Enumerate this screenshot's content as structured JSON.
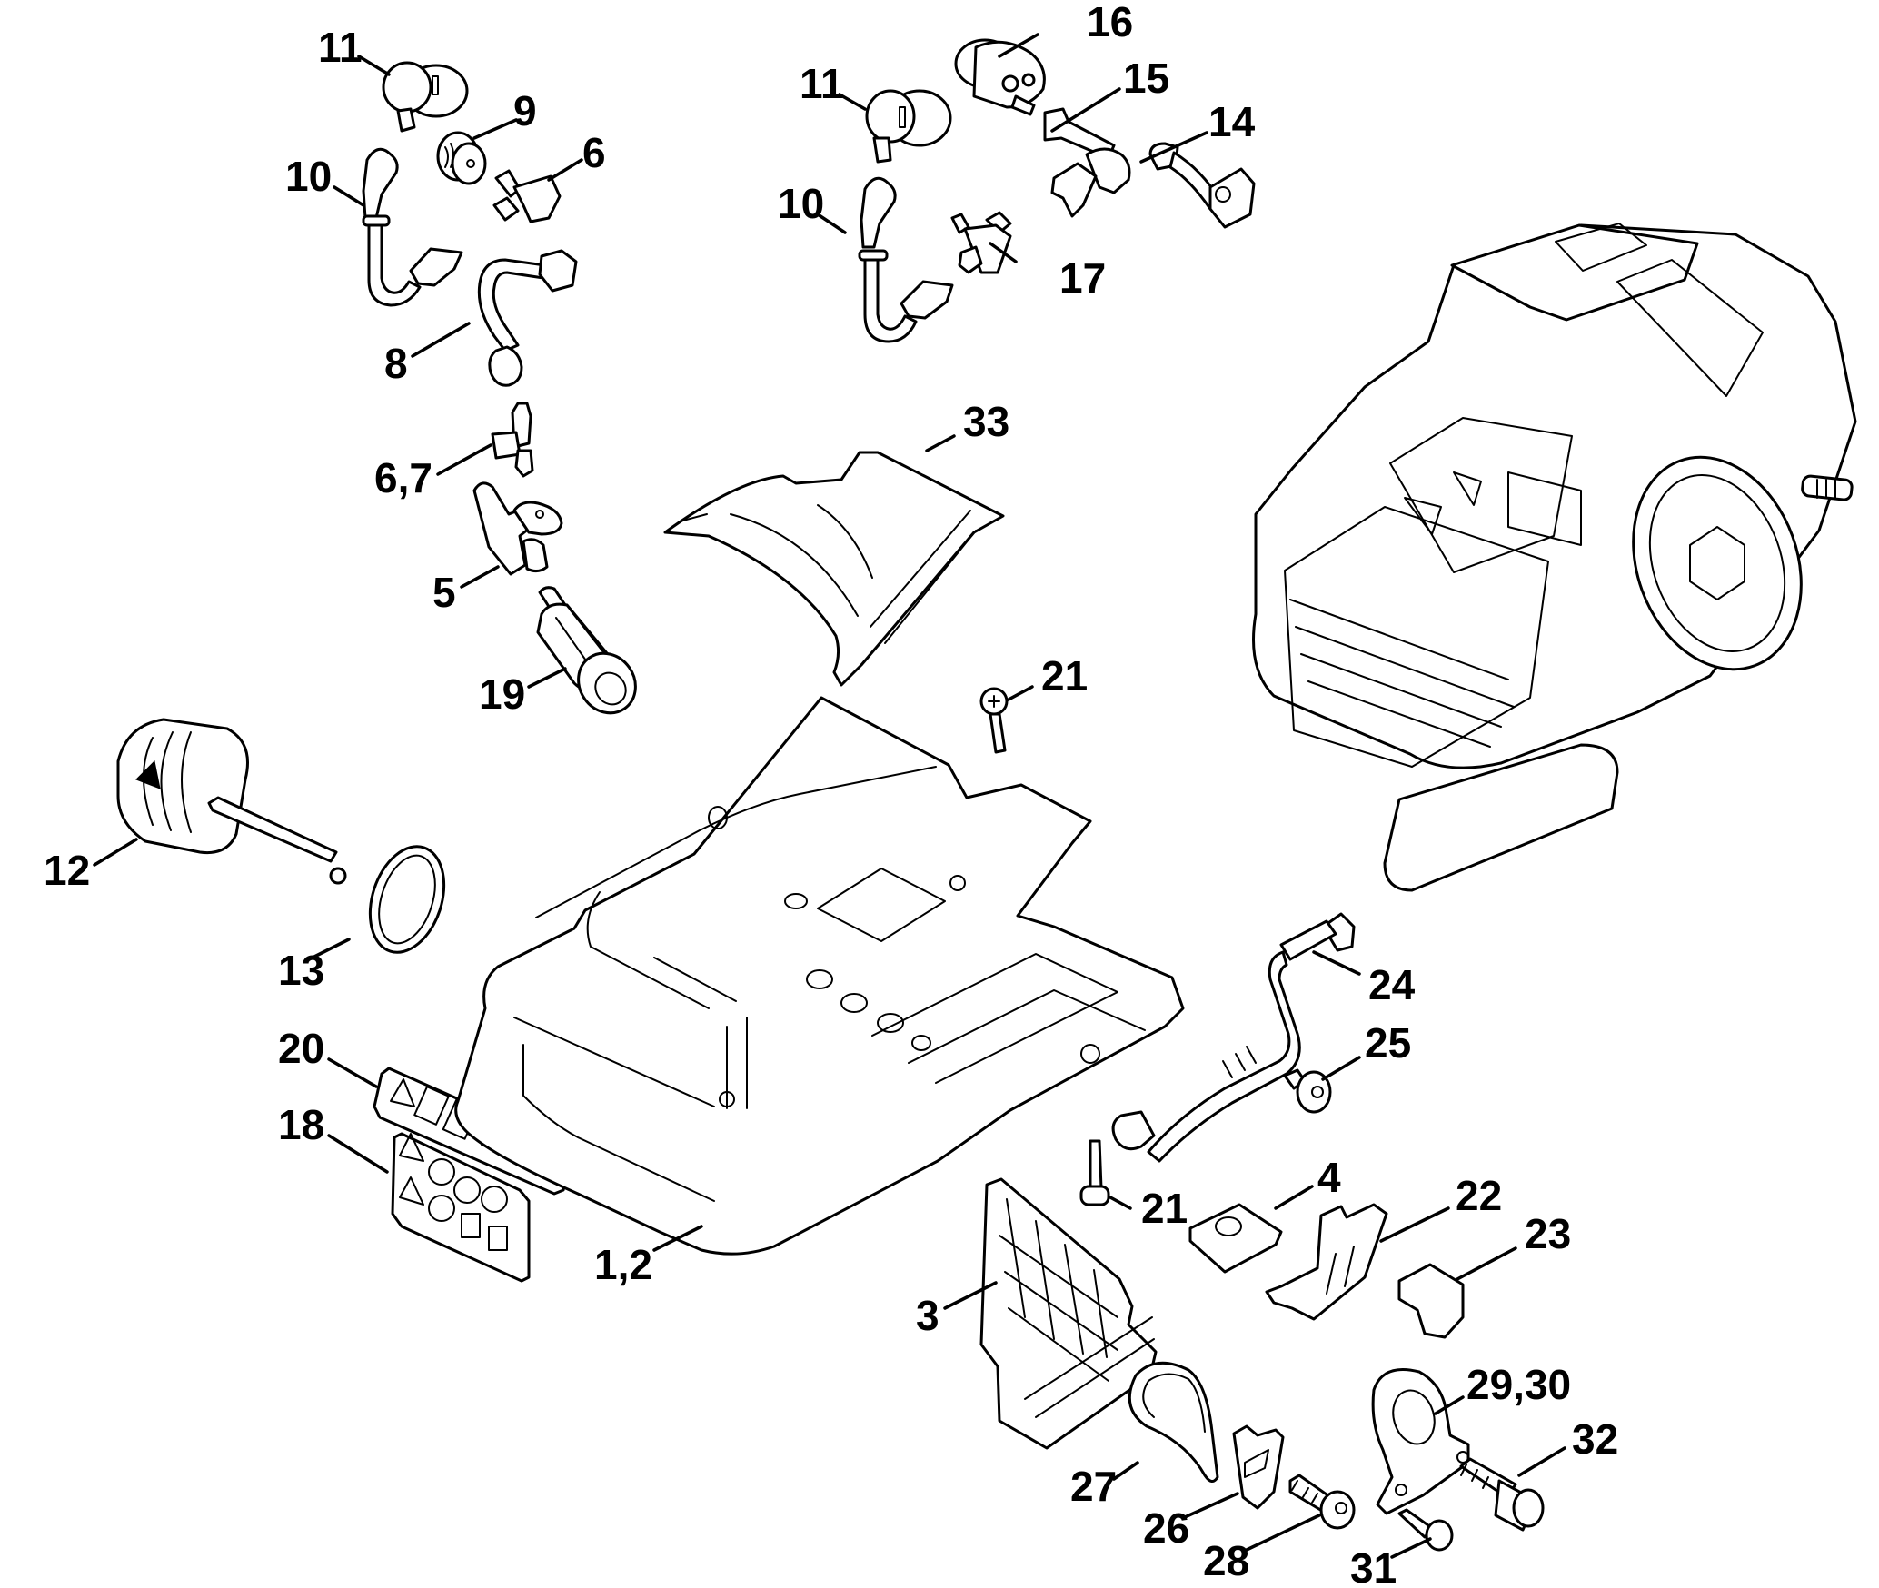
{
  "diagram": {
    "type": "exploded-parts-diagram",
    "subject": "Chainsaw crankcase / tank housing, fuel & oil system parts",
    "background": "#ffffff",
    "line_color": "#000000"
  },
  "callouts": [
    {
      "id": "c11a",
      "label": "11",
      "part": "oil-tank-vent-cap"
    },
    {
      "id": "c9",
      "label": "9",
      "part": "plug-grommet"
    },
    {
      "id": "c6a",
      "label": "6",
      "part": "connector-fitting"
    },
    {
      "id": "c10a",
      "label": "10",
      "part": "suction-hose-with-grommet"
    },
    {
      "id": "c8",
      "label": "8",
      "part": "fuel-hose"
    },
    {
      "id": "c67",
      "label": "6,7",
      "part": "elbow-connector"
    },
    {
      "id": "c5",
      "label": "5",
      "part": "valve-fitting"
    },
    {
      "id": "c19",
      "label": "19",
      "part": "fuel-pickup-filter"
    },
    {
      "id": "c11b",
      "label": "11",
      "part": "oil-tank-vent-cap"
    },
    {
      "id": "c10b",
      "label": "10",
      "part": "suction-hose-with-grommet"
    },
    {
      "id": "c16",
      "label": "16",
      "part": "fuel-pump-primer"
    },
    {
      "id": "c15",
      "label": "15",
      "part": "hose-elbow"
    },
    {
      "id": "c14",
      "label": "14",
      "part": "impulse-hose"
    },
    {
      "id": "c17",
      "label": "17",
      "part": "t-connector"
    },
    {
      "id": "c33",
      "label": "33",
      "part": "baffle-cover"
    },
    {
      "id": "c21a",
      "label": "21",
      "part": "screw"
    },
    {
      "id": "c12",
      "label": "12",
      "part": "oil-pump-assembly"
    },
    {
      "id": "c13",
      "label": "13",
      "part": "o-ring"
    },
    {
      "id": "c20",
      "label": "20",
      "part": "warning-label"
    },
    {
      "id": "c18",
      "label": "18",
      "part": "safety-pictogram-label"
    },
    {
      "id": "c12h",
      "label": "1,2",
      "part": "tank-housing"
    },
    {
      "id": "c24",
      "label": "24",
      "part": "oil-hose"
    },
    {
      "id": "c25",
      "label": "25",
      "part": "screw-washer"
    },
    {
      "id": "c21b",
      "label": "21",
      "part": "screw"
    },
    {
      "id": "c4",
      "label": "4",
      "part": "rubber-buffer"
    },
    {
      "id": "c22",
      "label": "22",
      "part": "guide-bracket"
    },
    {
      "id": "c23",
      "label": "23",
      "part": "clip-cover"
    },
    {
      "id": "c3",
      "label": "3",
      "part": "grille-cover"
    },
    {
      "id": "c2930",
      "label": "29,30",
      "part": "annular-buffer-bracket"
    },
    {
      "id": "c32",
      "label": "32",
      "part": "shoulder-screw"
    },
    {
      "id": "c27",
      "label": "27",
      "part": "spring-loop"
    },
    {
      "id": "c26",
      "label": "26",
      "part": "retaining-plate"
    },
    {
      "id": "c28",
      "label": "28",
      "part": "screw"
    },
    {
      "id": "c31",
      "label": "31",
      "part": "screw"
    }
  ]
}
